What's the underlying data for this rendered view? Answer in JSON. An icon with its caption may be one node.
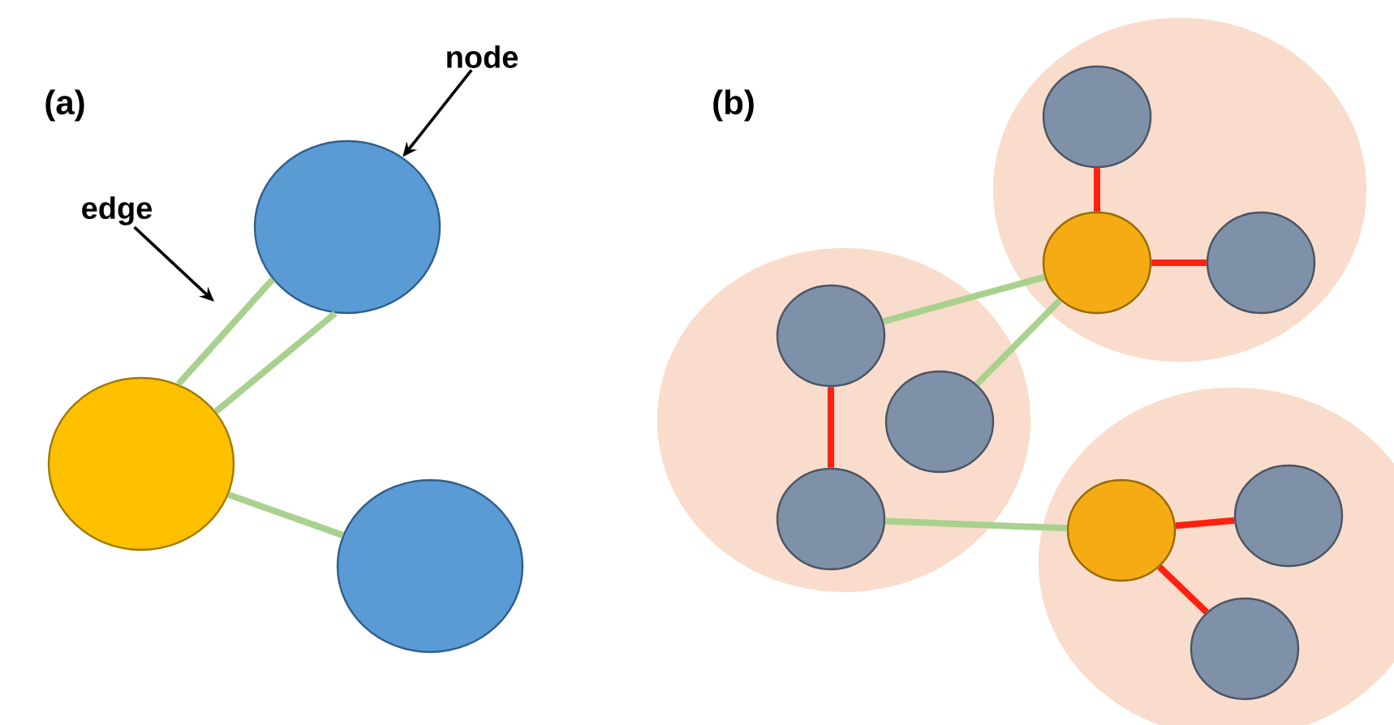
{
  "diagram": {
    "nodes": [
      {
        "text": [
          "node"
        ]
      },
      {
        "text": [
          "edge"
        ]
      },
      {
        "text": [],
        "shape": "circle"
      },
      {
        "text": [],
        "shape": "circle"
      },
      {
        "text": [],
        "shape": "circle"
      },
      {
        "text": [],
        "shape": "circle"
      },
      {
        "text": [],
        "shape": "circle",
        "in": 5
      },
      {
        "text": [],
        "shape": "circle",
        "in": 5
      },
      {
        "text": [],
        "shape": "circle",
        "in": 5
      },
      {
        "text": [],
        "shape": "circle"
      },
      {
        "text": [],
        "shape": "circle",
        "in": 9
      },
      {
        "text": [],
        "shape": "circle",
        "in": 9
      },
      {
        "text": [],
        "shape": "circle",
        "in": 9
      },
      {
        "text": [],
        "shape": "circle"
      },
      {
        "text": [],
        "shape": "circle",
        "in": 13
      },
      {
        "text": [],
        "shape": "circle",
        "in": 13
      },
      {
        "text": [],
        "shape": "circle",
        "in": 13
      }
    ],
    "edges": [
      {
        "from": 0,
        "to": 2,
        "arrow": "to",
        "color": "#000000"
      },
      {
        "from": 1,
        "to": null,
        "arrow": "to",
        "color": "#000000"
      },
      {
        "from": 3,
        "to": 2,
        "arrow": "none"
      },
      {
        "from": 3,
        "to": 2,
        "arrow": "none"
      },
      {
        "from": 3,
        "to": 4,
        "arrow": "none"
      },
      {
        "from": 6,
        "to": 7,
        "arrow": "none",
        "color": "#ff2010"
      },
      {
        "from": 7,
        "to": 8,
        "arrow": "none",
        "color": "#ff2010"
      },
      {
        "from": 10,
        "to": 7,
        "arrow": "none"
      },
      {
        "from": 11,
        "to": 7,
        "arrow": "none"
      },
      {
        "from": 10,
        "to": 12,
        "arrow": "none",
        "color": "#ff2010"
      },
      {
        "from": 12,
        "to": 14,
        "arrow": "none"
      },
      {
        "from": 14,
        "to": 15,
        "arrow": "none",
        "color": "#ff2010"
      },
      {
        "from": 14,
        "to": 16,
        "arrow": "none",
        "color": "#ff2010"
      }
    ],
    "labels": [
      "(a)",
      "(b)"
    ]
  }
}
